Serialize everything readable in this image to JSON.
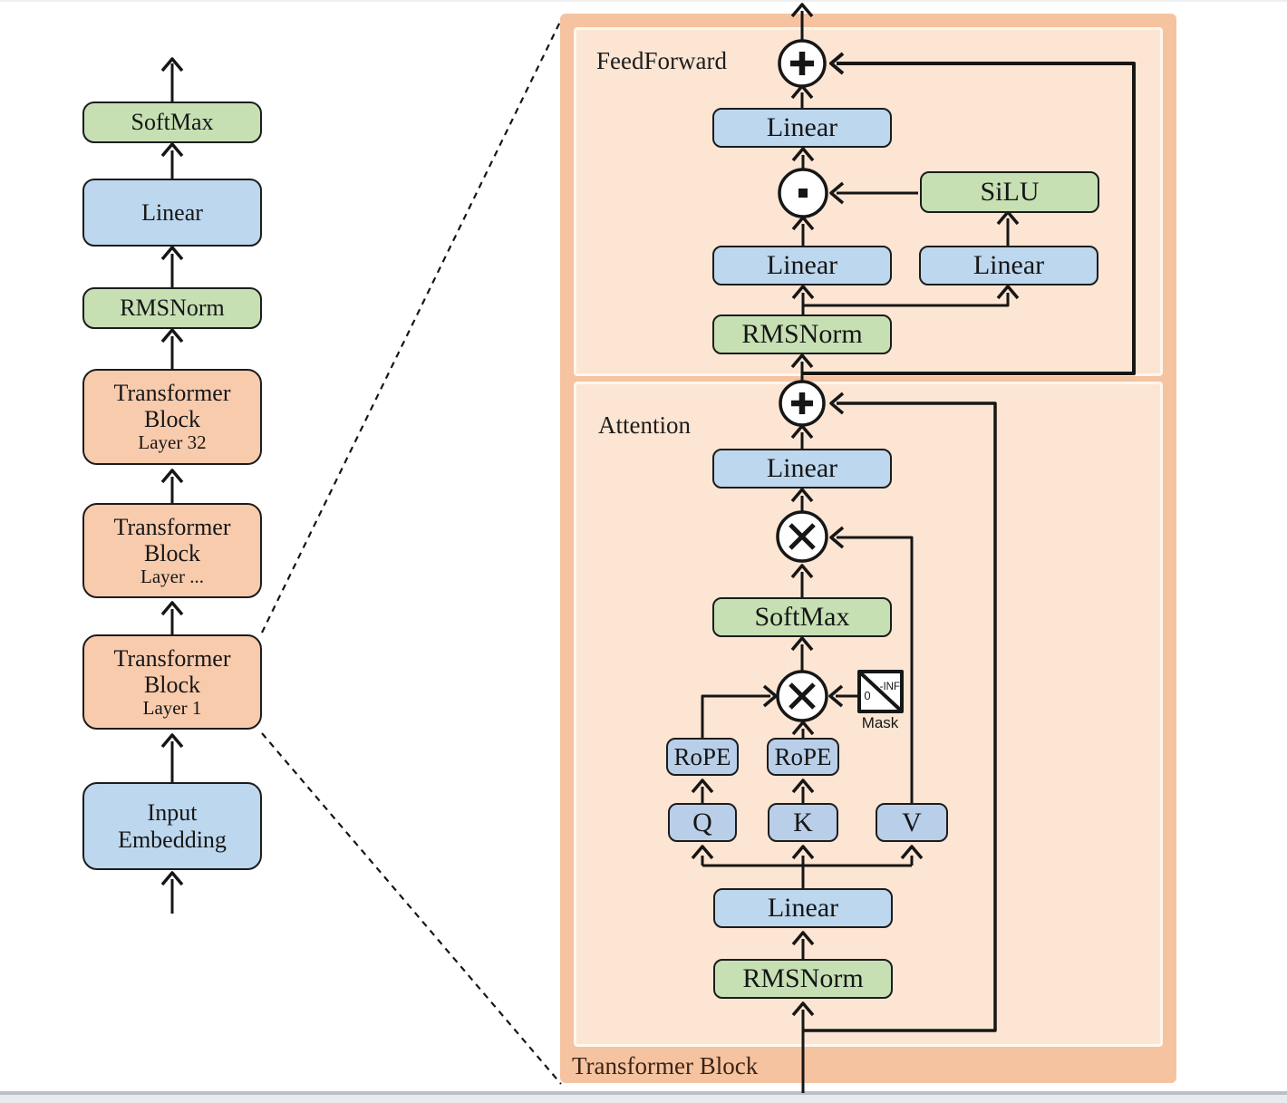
{
  "left_column": {
    "softmax": "SoftMax",
    "linear": "Linear",
    "rmsnorm": "RMSNorm",
    "tb_line1": "Transformer",
    "tb_line2": "Block",
    "tb32_layer": "Layer 32",
    "tbdots_layer": "Layer ...",
    "tb1_layer": "Layer 1",
    "embed_line1": "Input",
    "embed_line2": "Embedding"
  },
  "panel": {
    "title": "Transformer Block",
    "ff": {
      "label": "FeedForward",
      "linear_top": "Linear",
      "silu": "SiLU",
      "linear_left": "Linear",
      "linear_right": "Linear",
      "rmsnorm": "RMSNorm"
    },
    "att": {
      "label": "Attention",
      "linear_top": "Linear",
      "softmax": "SoftMax",
      "rope_left": "RoPE",
      "rope_right": "RoPE",
      "q": "Q",
      "k": "K",
      "v": "V",
      "linear_bottom": "Linear",
      "rmsnorm": "RMSNorm",
      "mask_label": "Mask",
      "mask_zero": "0",
      "mask_inf": "-INF"
    }
  },
  "colors": {
    "green_block": "#c6e0b4",
    "blue_block": "#bdd7ee",
    "qkv_blue": "#b9cfe9",
    "orange_block": "#f8cbad",
    "panel_outer": "#f6c3a0",
    "panel_inner": "#fce5d3",
    "line": "#161616"
  }
}
